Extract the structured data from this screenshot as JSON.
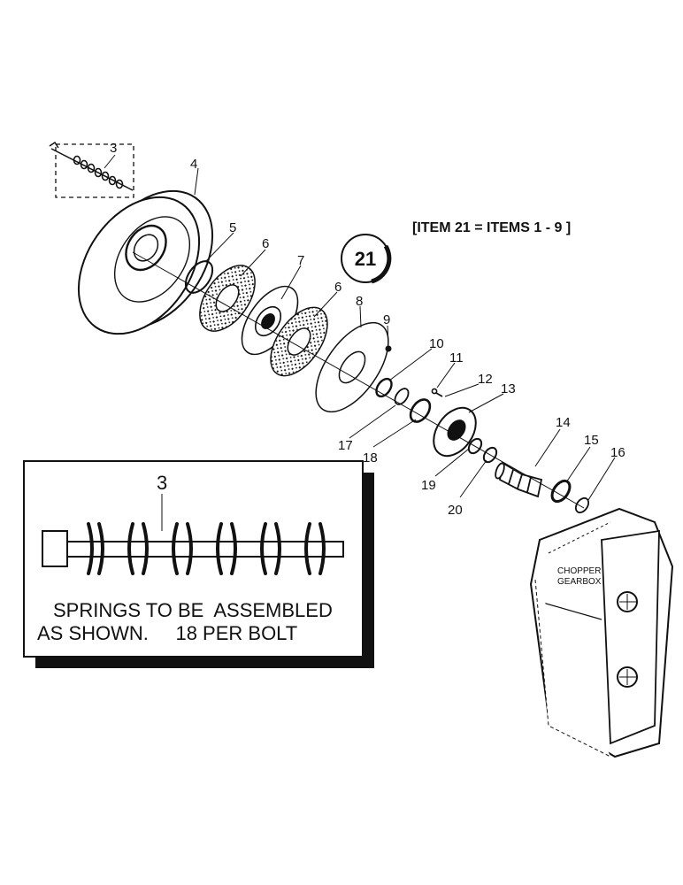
{
  "note": "[ITEM 21 = ITEMS 1 - 9 ]",
  "badge": "21",
  "callouts": {
    "c3": "3",
    "c4": "4",
    "c5": "5",
    "c6a": "6",
    "c6b": "6",
    "c7": "7",
    "c8": "8",
    "c9": "9",
    "c10": "10",
    "c11": "11",
    "c12": "12",
    "c13": "13",
    "c14": "14",
    "c15": "15",
    "c16": "16",
    "c17": "17",
    "c18": "18",
    "c19": "19",
    "c20": "20"
  },
  "inset": {
    "callout": "3",
    "line1": "SPRINGS TO BE  ASSEMBLED",
    "line2": "AS SHOWN.     18 PER BOLT"
  },
  "gearbox": {
    "line1": "CHOPPER",
    "line2": "GEARBOX"
  }
}
